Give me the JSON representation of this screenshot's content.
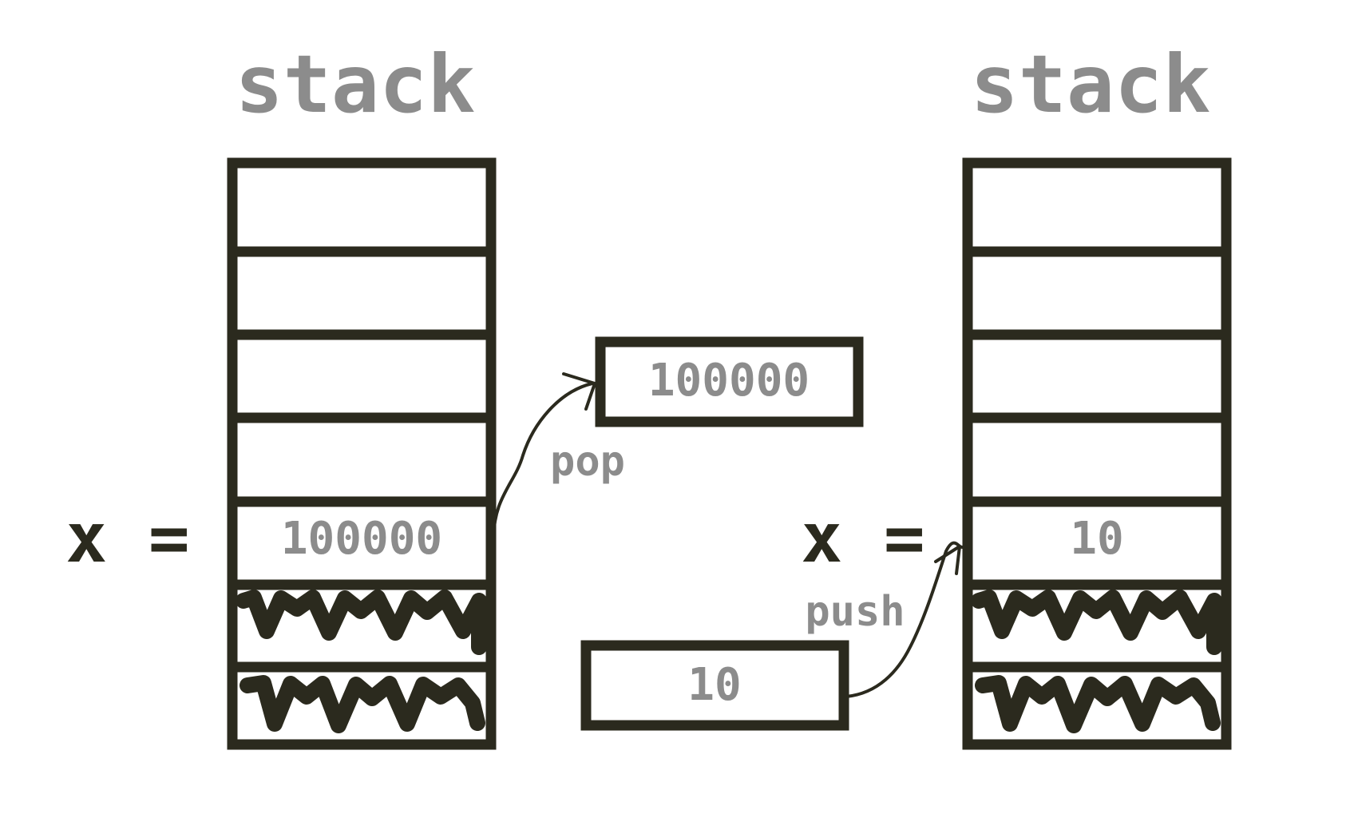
{
  "colors": {
    "ink": "#2b2a1e",
    "text_gray": "#8c8c8c",
    "background": "#ffffff"
  },
  "left_stack": {
    "title": "stack",
    "var_label": "x =",
    "value": "100000"
  },
  "right_stack": {
    "title": "stack",
    "var_label": "x =",
    "value": "10"
  },
  "popped_box": {
    "value": "100000"
  },
  "pushed_box": {
    "value": "10"
  },
  "ops": {
    "pop": "pop",
    "push": "push"
  }
}
